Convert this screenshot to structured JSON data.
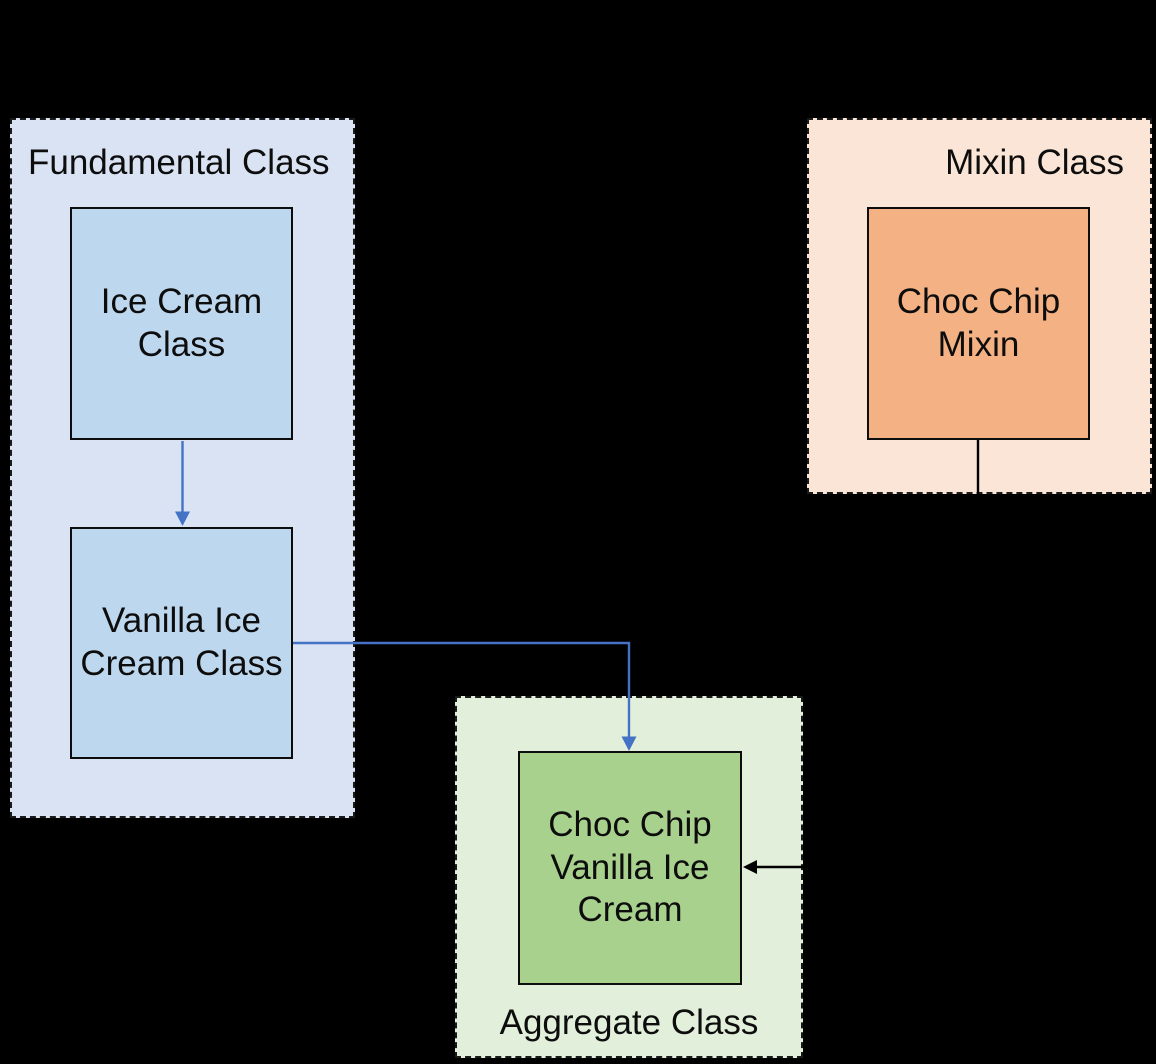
{
  "canvas": {
    "background": "#000000"
  },
  "groups": {
    "fundamental": {
      "label": "Fundamental Class",
      "fill": "#dae3f3",
      "border_color": "#1a1a1a"
    },
    "mixin": {
      "label": "Mixin Class",
      "fill": "#fbe5d6",
      "border_color": "#1a1a1a"
    },
    "aggregate": {
      "label": "Aggregate Class",
      "fill": "#e2efda",
      "border_color": "#1a1a1a"
    }
  },
  "nodes": {
    "ice_cream": {
      "label": "Ice Cream\nClass",
      "fill": "#bdd7ee",
      "border_color": "#0d0d0d"
    },
    "vanilla_ice_cream": {
      "label": "Vanilla Ice\nCream Class",
      "fill": "#bdd7ee",
      "border_color": "#0d0d0d"
    },
    "choc_chip_mixin": {
      "label": "Choc Chip\nMixin",
      "fill": "#f4b183",
      "border_color": "#0d0d0d"
    },
    "choc_chip_vanilla": {
      "label": "Choc Chip\nVanilla Ice\nCream",
      "fill": "#a9d18e",
      "border_color": "#0d0d0d"
    }
  },
  "connectors": {
    "inheritance_color": "#4472c4",
    "mixin_link_color": "#000000"
  },
  "text_color": "#0d0d0d"
}
